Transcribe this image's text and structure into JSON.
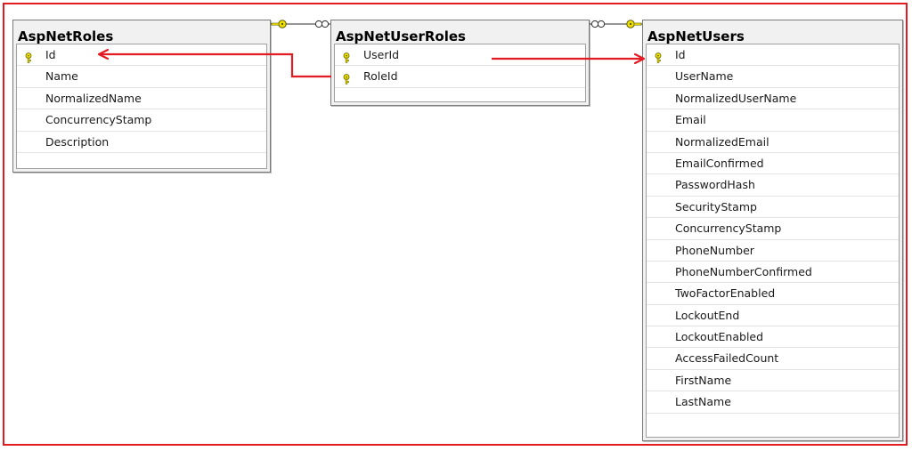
{
  "tables": {
    "roles": {
      "title": "AspNetRoles",
      "columns": [
        {
          "label": "Id",
          "primary_key": true
        },
        {
          "label": "Name",
          "primary_key": false
        },
        {
          "label": "NormalizedName",
          "primary_key": false
        },
        {
          "label": "ConcurrencyStamp",
          "primary_key": false
        },
        {
          "label": "Description",
          "primary_key": false
        }
      ]
    },
    "user_roles": {
      "title": "AspNetUserRoles",
      "columns": [
        {
          "label": "UserId",
          "primary_key": true
        },
        {
          "label": "RoleId",
          "primary_key": true
        }
      ]
    },
    "users": {
      "title": "AspNetUsers",
      "columns": [
        {
          "label": "Id",
          "primary_key": true
        },
        {
          "label": "UserName",
          "primary_key": false
        },
        {
          "label": "NormalizedUserName",
          "primary_key": false
        },
        {
          "label": "Email",
          "primary_key": false
        },
        {
          "label": "NormalizedEmail",
          "primary_key": false
        },
        {
          "label": "EmailConfirmed",
          "primary_key": false
        },
        {
          "label": "PasswordHash",
          "primary_key": false
        },
        {
          "label": "SecurityStamp",
          "primary_key": false
        },
        {
          "label": "ConcurrencyStamp",
          "primary_key": false
        },
        {
          "label": "PhoneNumber",
          "primary_key": false
        },
        {
          "label": "PhoneNumberConfirmed",
          "primary_key": false
        },
        {
          "label": "TwoFactorEnabled",
          "primary_key": false
        },
        {
          "label": "LockoutEnd",
          "primary_key": false
        },
        {
          "label": "LockoutEnabled",
          "primary_key": false
        },
        {
          "label": "AccessFailedCount",
          "primary_key": false
        },
        {
          "label": "FirstName",
          "primary_key": false
        },
        {
          "label": "LastName",
          "primary_key": false
        }
      ]
    }
  },
  "relationships": [
    {
      "from": "AspNetUserRoles.RoleId",
      "to": "AspNetRoles.Id",
      "one_end": "AspNetRoles",
      "many_end": "AspNetUserRoles"
    },
    {
      "from": "AspNetUserRoles.UserId",
      "to": "AspNetUsers.Id",
      "one_end": "AspNetUsers",
      "many_end": "AspNetUserRoles"
    }
  ],
  "colors": {
    "annotation_red": "#e31b23",
    "key_yellow": "#f2e200",
    "table_border": "#7a7a7a",
    "table_header_bg": "#f1f1f1"
  },
  "icons": {
    "primary_key": "key-icon",
    "one_end": "key-icon",
    "many_end": "infinity-icon"
  }
}
